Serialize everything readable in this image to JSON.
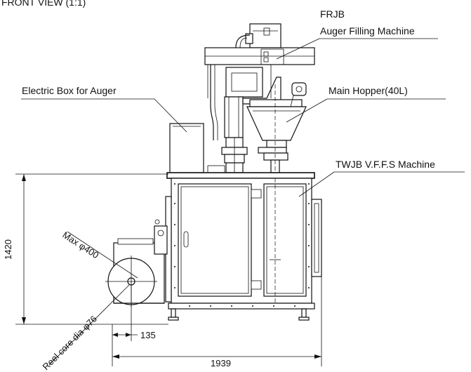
{
  "header_text": "FRONT VIEW (1:1)",
  "labels": {
    "frjb": "FRJB",
    "auger_filling_machine": "Auger Filling Machine",
    "electric_box": "Electric Box for Auger",
    "main_hopper": "Main Hopper(40L)",
    "vffs_machine": "TWJB V.F.F.S Machine",
    "max_reel": "Max φ400",
    "reel_core": "Reel core dia φ76"
  },
  "dimensions": {
    "height": "1420",
    "reel_offset": "135",
    "width": "1939"
  }
}
